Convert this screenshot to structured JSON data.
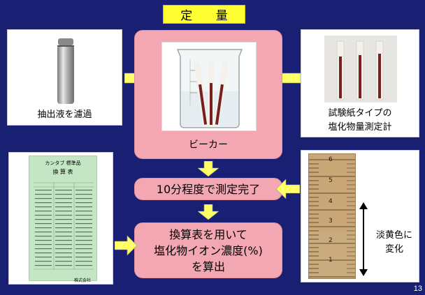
{
  "title": "定 量",
  "left_card": {
    "label": "抽出液を濾過"
  },
  "center_box": {
    "label": "ビーカー"
  },
  "right_card": {
    "label_line1": "試験紙タイプの",
    "label_line2": "塩化物量測定計"
  },
  "step2": {
    "label": "10分程度で測定完了"
  },
  "step3": {
    "line1": "換算表を用いて",
    "line2": "塩化物イオン濃度(%)",
    "line3": "を算出"
  },
  "table_card": {
    "line1": "カンタブ 標準品",
    "line2": "換 算 表",
    "footer": "株式会社"
  },
  "strip_card": {
    "label_line1": "淡黄色に",
    "label_line2": "変化",
    "scale": [
      "6",
      "5",
      "4",
      "3",
      "2",
      "1"
    ]
  },
  "page_number": "13",
  "colors": {
    "background": "#191f73",
    "pink": "#f2a7b3",
    "yellow": "#ffff33"
  }
}
